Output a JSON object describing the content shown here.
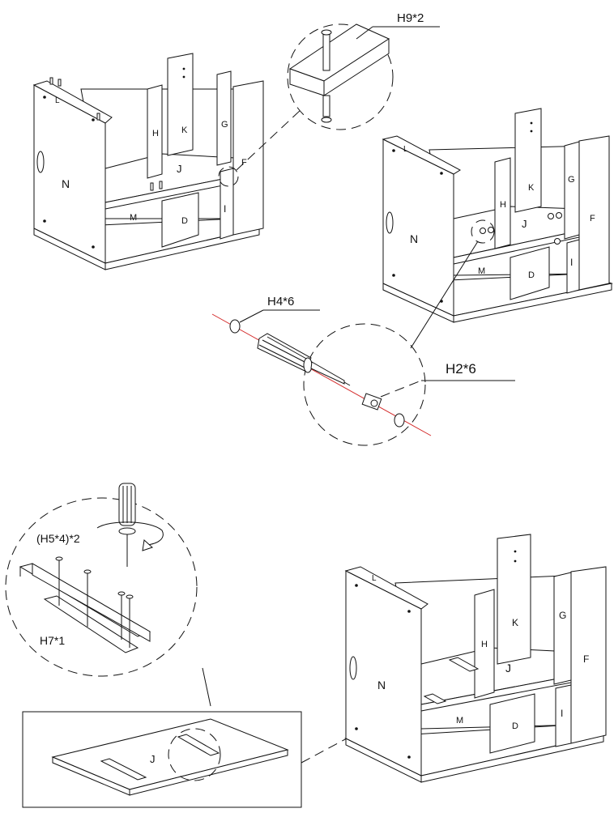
{
  "colors": {
    "line": "#111111",
    "axis_line": "#d42a2a",
    "background": "#ffffff"
  },
  "labels": {
    "h9": "H9*2",
    "h4": "H4*6",
    "h2": "H2*6",
    "h5": "(H5*4)*2",
    "h7": "H7*1"
  },
  "panels": {
    "n": "N",
    "l": "L",
    "h": "H",
    "k": "K",
    "g": "G",
    "f": "F",
    "j": "J",
    "i": "I",
    "m": "M",
    "d": "D"
  },
  "icons": [
    "dowel-pin-icon",
    "screwdriver-icon",
    "cam-lock-icon",
    "screw-icon",
    "rotation-arrow-icon",
    "drawer-slide-icon"
  ]
}
